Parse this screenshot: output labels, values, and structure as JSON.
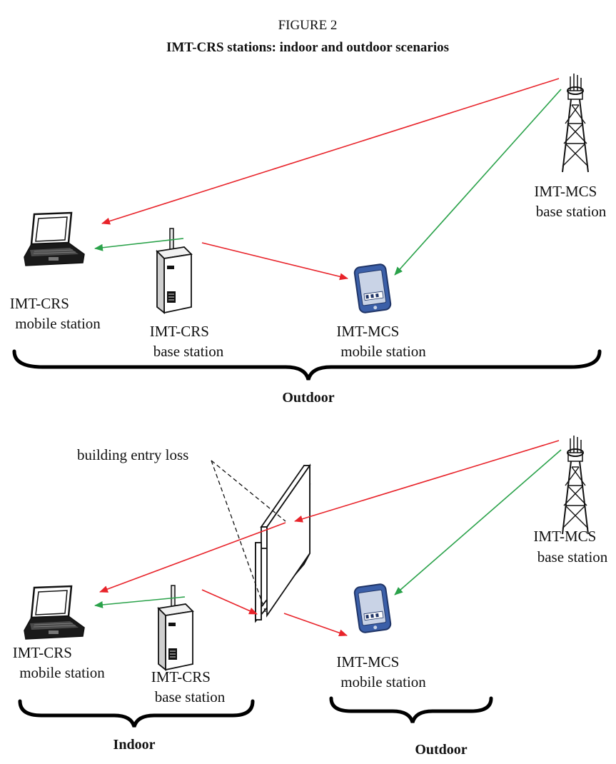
{
  "figure": {
    "number": "FIGURE 2",
    "title": "IMT-CRS stations: indoor and outdoor scenarios"
  },
  "labels": {
    "mcs_base": [
      "IMT-MCS",
      "base station"
    ],
    "crs_mobile": [
      "IMT-CRS",
      "mobile station"
    ],
    "crs_base": [
      "IMT-CRS",
      "base station"
    ],
    "mcs_mobile": [
      "IMT-MCS",
      "mobile station"
    ],
    "building_entry_loss": "building entry loss",
    "outdoor": "Outdoor",
    "indoor": "Indoor"
  },
  "colors": {
    "interference_arrow": "#e8232a",
    "desired_arrow": "#2aa24a",
    "phone_body": "#3b5fa8",
    "outline": "#111111"
  }
}
